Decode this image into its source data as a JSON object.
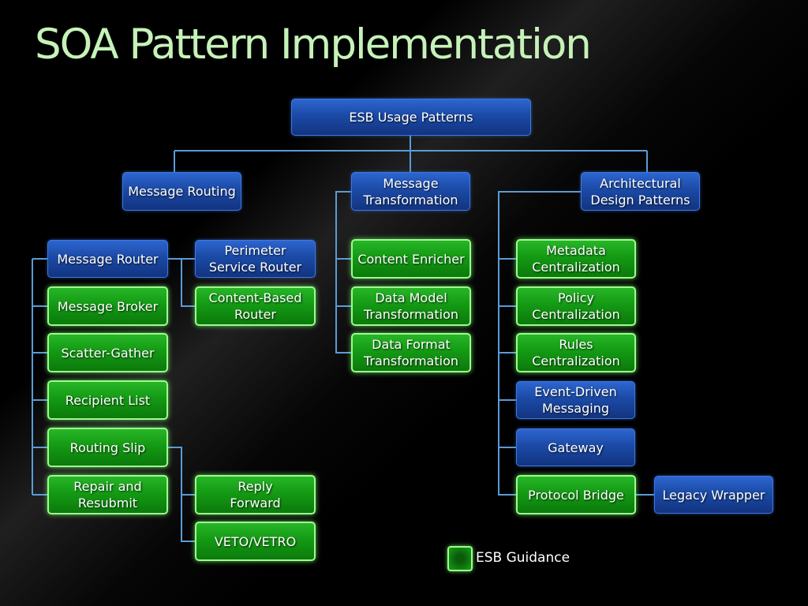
{
  "slide": {
    "title": "SOA Pattern Implementation"
  },
  "diagram": {
    "root": "ESB Usage Patterns",
    "categories": {
      "message_routing": "Message Routing",
      "message_transformation": "Message\nTransformation",
      "architectural_design": "Architectural\nDesign Patterns"
    },
    "routing": {
      "message_router": "Message Router",
      "perimeter_service_router": "Perimeter\nService Router",
      "content_based_router": "Content-Based\nRouter",
      "message_broker": "Message Broker",
      "scatter_gather": "Scatter-Gather",
      "recipient_list": "Recipient List",
      "routing_slip": "Routing Slip",
      "repair_and_resubmit": "Repair and\nResubmit",
      "reply_forward": "Reply\nForward",
      "veto_vetro": "VETO/VETRO"
    },
    "transformation": {
      "content_enricher": "Content Enricher",
      "data_model_transformation": "Data Model\nTransformation",
      "data_format_transformation": "Data Format\nTransformation"
    },
    "architectural": {
      "metadata_centralization": "Metadata\nCentralization",
      "policy_centralization": "Policy\nCentralization",
      "rules_centralization": "Rules\nCentralization",
      "event_driven_messaging": "Event-Driven\nMessaging",
      "gateway": "Gateway",
      "protocol_bridge": "Protocol Bridge",
      "legacy_wrapper": "Legacy Wrapper"
    }
  },
  "legend": {
    "label": "ESB Guidance"
  },
  "colors": {
    "title": "#c6f2b9",
    "blue_node": "#1b4aa6",
    "green_node": "#149a14",
    "connector": "#5a9bd8"
  }
}
